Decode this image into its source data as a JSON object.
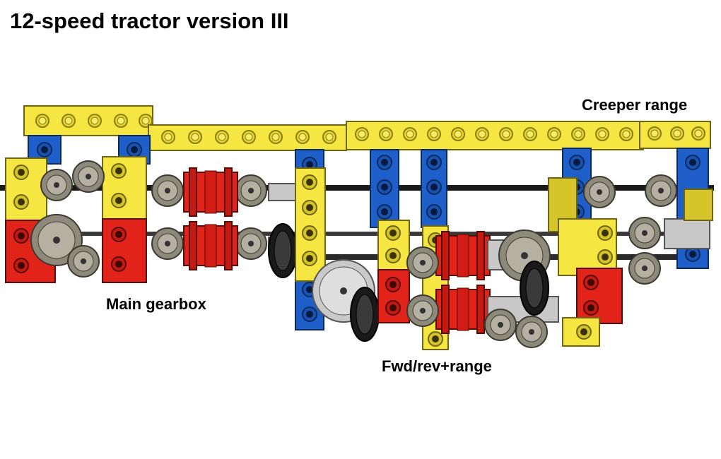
{
  "title": "12-speed tractor version III",
  "labels": {
    "main_gearbox": "Main gearbox",
    "fwd_rev_range": "Fwd/rev+range",
    "creeper_range": "Creeper range"
  },
  "colors": {
    "yellow": "#f5e642",
    "blue": "#1e5fc9",
    "red": "#e2231a",
    "gray": "#c8c8c8",
    "dark_gray": "#8a8676",
    "black": "#1a1a1a",
    "background": "#ffffff"
  }
}
